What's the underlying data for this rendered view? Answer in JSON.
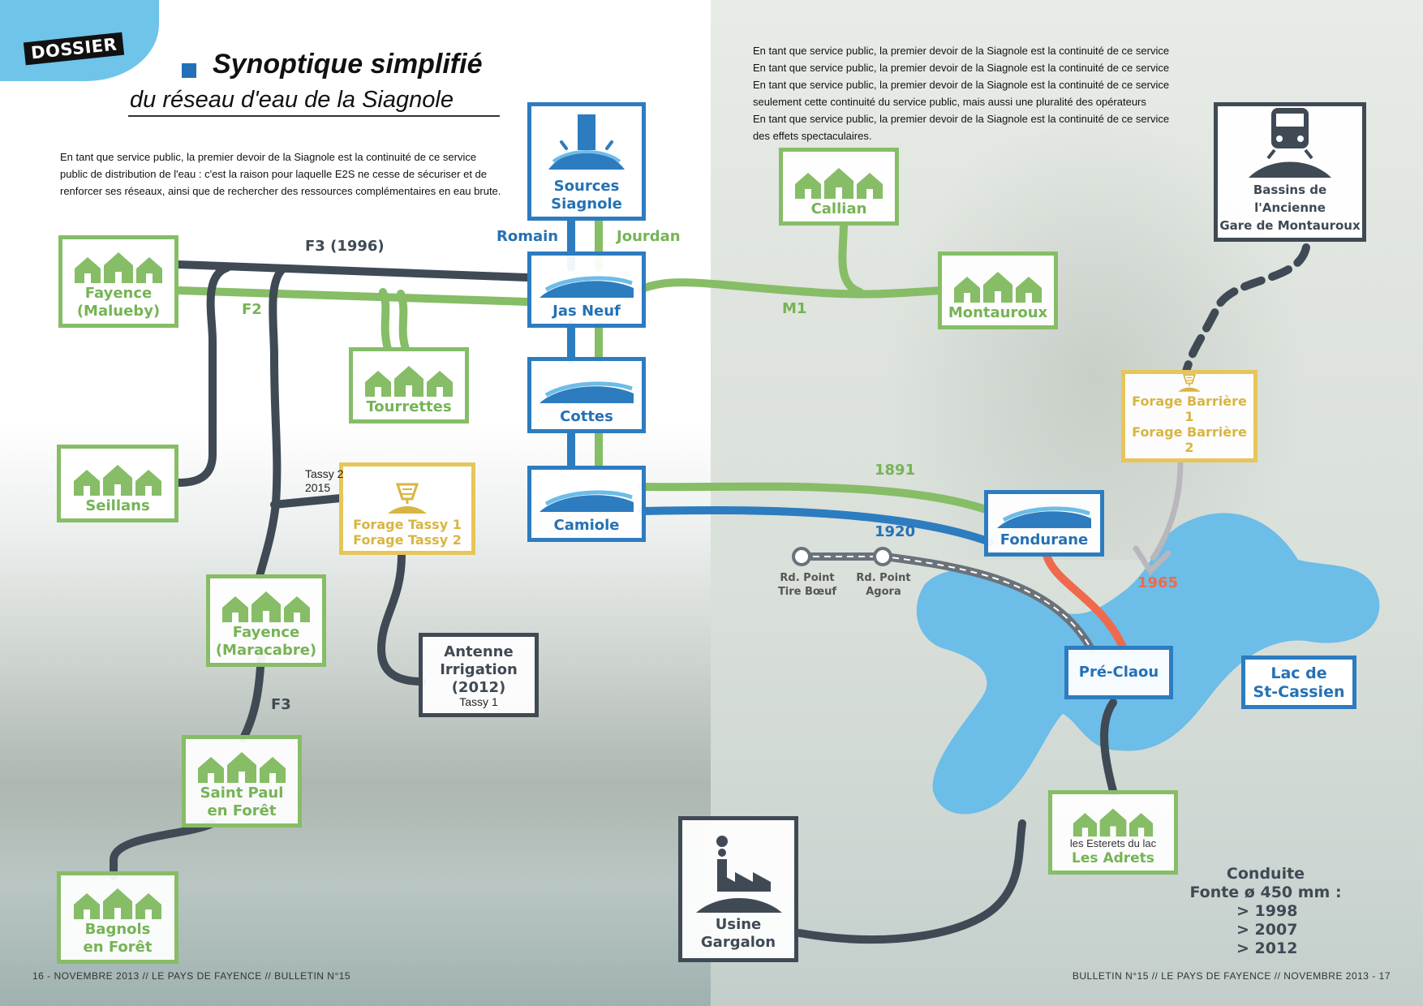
{
  "header": {
    "tab": "DOSSIER",
    "title": "Synoptique simplifié",
    "subtitle": "du réseau d'eau de la Siagnole"
  },
  "intro_text": "En tant que service public, la premier devoir de la Siagnole est la continuité de ce service public de distribution de l'eau : c'est la raison pour laquelle E2S ne cesse de sécuriser et de renforcer ses réseaux, ainsi que de rechercher des ressources complémentaires en eau brute.",
  "top_text": [
    "En tant que service public, la premier devoir de la Siagnole est la continuité de ce service",
    "En tant que service public, la premier devoir de la Siagnole est la continuité de ce service",
    "En tant que service public, la premier devoir de la Siagnole est la continuité de ce service",
    "seulement cette continuité du service public, mais aussi une pluralité des opérateurs",
    "En tant que service public, la premier devoir de la Siagnole est la continuité de ce service",
    "des effets spectaculaires."
  ],
  "nodes": {
    "sources": "Sources\nSiagnole",
    "jas_neuf": "Jas Neuf",
    "cottes": "Cottes",
    "camiole": "Camiole",
    "fondurane": "Fondurane",
    "pre_claou": "Pré-Claou",
    "fayence_malueby": "Fayence\n(Malueby)",
    "tourrettes": "Tourrettes",
    "seillans": "Seillans",
    "fayence_maracabre": "Fayence\n(Maracabre)",
    "saint_paul": "Saint Paul\nen Forêt",
    "bagnols": "Bagnols\nen Forêt",
    "callian": "Callian",
    "montauroux": "Montauroux",
    "forage_tassy": "Forage Tassy 1\nForage Tassy 2",
    "forage_barriere": "Forage Barrière 1\nForage Barrière 2",
    "antenne": "Antenne\nIrrigation\n(2012)",
    "antenne_sub": "Tassy 1",
    "bassins": "Bassins de l'Ancienne\nGare de Montauroux",
    "usine": "Usine\nGargalon",
    "esterets_small": "les Esterets du lac",
    "esterets": "Les Adrets",
    "lac": "Lac de\nSt-Cassien"
  },
  "labels": {
    "romain": "Romain",
    "jourdan": "Jourdan",
    "f3_1996": "F3 (1996)",
    "f2": "F2",
    "f3": "F3",
    "m1": "M1",
    "y1891": "1891",
    "y1920": "1920",
    "y1965": "1965",
    "tassy2": "Tassy 2\n2015",
    "rd_tire": "Rd. Point\nTire Bœuf",
    "rd_agora": "Rd. Point\nAgora"
  },
  "conduite": {
    "title": "Conduite\nFonte ø 450 mm :",
    "items": [
      "> 1998",
      "> 2007",
      "> 2012"
    ]
  },
  "footer": {
    "left": "16 - NOVEMBRE 2013 // LE PAYS DE FAYENCE // BULLETIN N°15",
    "right": "BULLETIN N°15 // LE PAYS DE FAYENCE // NOVEMBRE 2013 - 17"
  },
  "colors": {
    "green": "#86bd66",
    "blue": "#2d7cbf",
    "dark": "#3f4a55",
    "yellow": "#e6c55a",
    "red": "#ef6a4d",
    "lake": "#6cbde8",
    "grey_arrow": "#b7b7bd"
  }
}
